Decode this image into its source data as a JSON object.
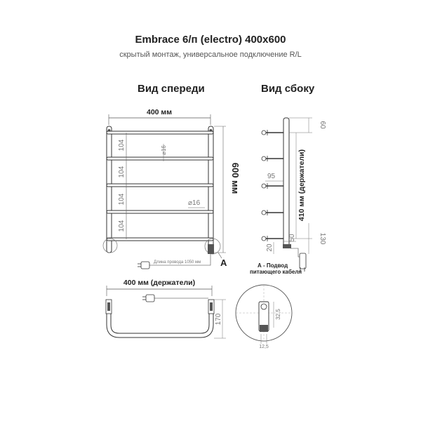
{
  "title": "Embrace 6/п (electro) 400x600",
  "subtitle": "скрытый монтаж, универсальное подключение R/L",
  "front_view": {
    "title": "Вид спереди",
    "width_label": "400 мм",
    "height_label": "600 мм",
    "spacing_labels": [
      "104",
      "104",
      "104",
      "104"
    ],
    "diameter_top": "⌀16",
    "diameter_side": "⌀16",
    "cable_label": "Длина провода 1050 мм",
    "marker_a": "A"
  },
  "side_view": {
    "title": "Вид сбоку",
    "dim_60": "60",
    "dim_95": "95",
    "holders_label": "410 мм (держатели)",
    "dim_130": "130",
    "dim_50": "50",
    "dim_20": "20"
  },
  "top_view": {
    "width_label": "400 мм (держатели)",
    "depth_label": "170"
  },
  "detail_a": {
    "caption_line1": "А - Подвод",
    "caption_line2": "питающего кабеля",
    "dim_32_5": "32,5",
    "dim_12_5": "12,5"
  }
}
